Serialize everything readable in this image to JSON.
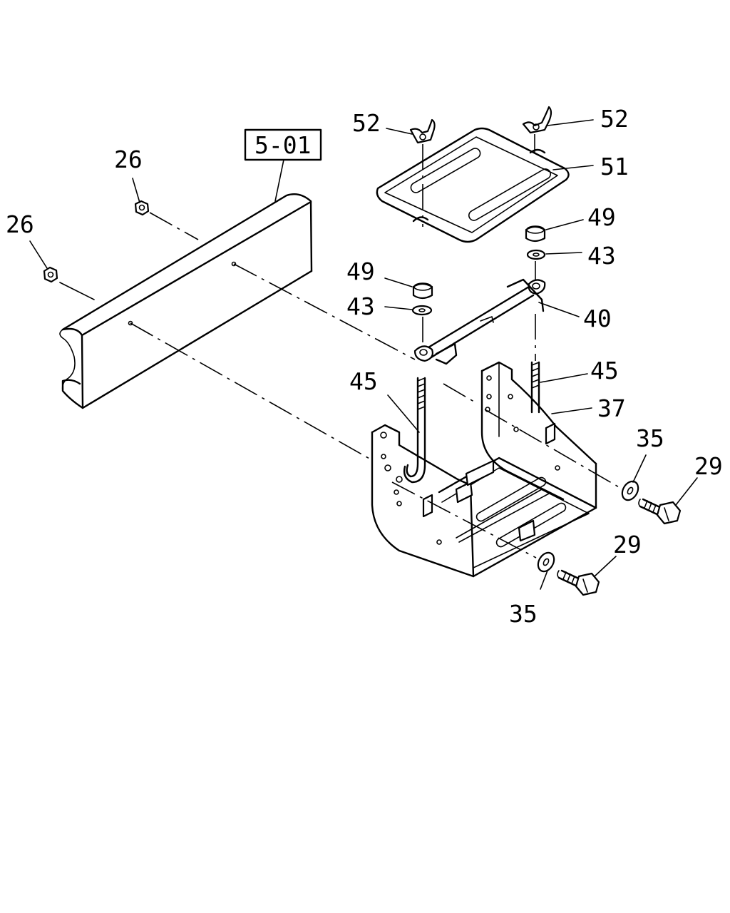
{
  "diagram": {
    "reference_box": "5-01",
    "callouts": [
      {
        "id": "c52a",
        "text": "52"
      },
      {
        "id": "c52b",
        "text": "52"
      },
      {
        "id": "c51",
        "text": "51"
      },
      {
        "id": "c49a",
        "text": "49"
      },
      {
        "id": "c43a",
        "text": "43"
      },
      {
        "id": "c49b",
        "text": "49"
      },
      {
        "id": "c43b",
        "text": "43"
      },
      {
        "id": "c40",
        "text": "40"
      },
      {
        "id": "c45a",
        "text": "45"
      },
      {
        "id": "c45b",
        "text": "45"
      },
      {
        "id": "c37",
        "text": "37"
      },
      {
        "id": "c35a",
        "text": "35"
      },
      {
        "id": "c29a",
        "text": "29"
      },
      {
        "id": "c29b",
        "text": "29"
      },
      {
        "id": "c35b",
        "text": "35"
      },
      {
        "id": "c26a",
        "text": "26"
      },
      {
        "id": "c26b",
        "text": "26"
      }
    ]
  }
}
